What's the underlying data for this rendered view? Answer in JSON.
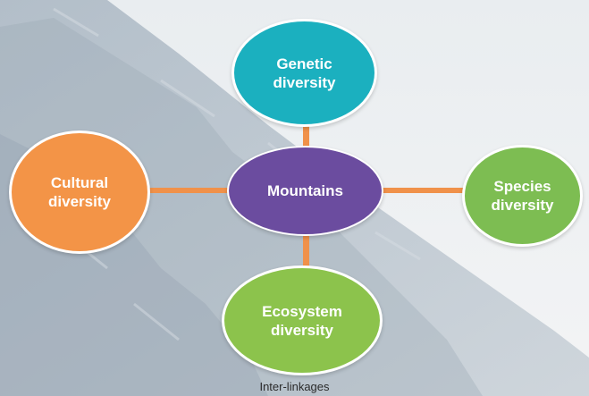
{
  "diagram": {
    "center": {
      "label": "Mountains",
      "color": "#6b4c9f"
    },
    "nodes": {
      "top": {
        "label": "Genetic\ndiversity",
        "color": "#1bb0bf"
      },
      "right": {
        "label": "Species\ndiversity",
        "color": "#7dbd52"
      },
      "bottom": {
        "label": "Ecosystem\ndiversity",
        "color": "#8cc34c"
      },
      "left": {
        "label": "Cultural\ndiversity",
        "color": "#f39447"
      }
    },
    "connector_color": "#f0914a",
    "caption": "Inter-linkages"
  }
}
